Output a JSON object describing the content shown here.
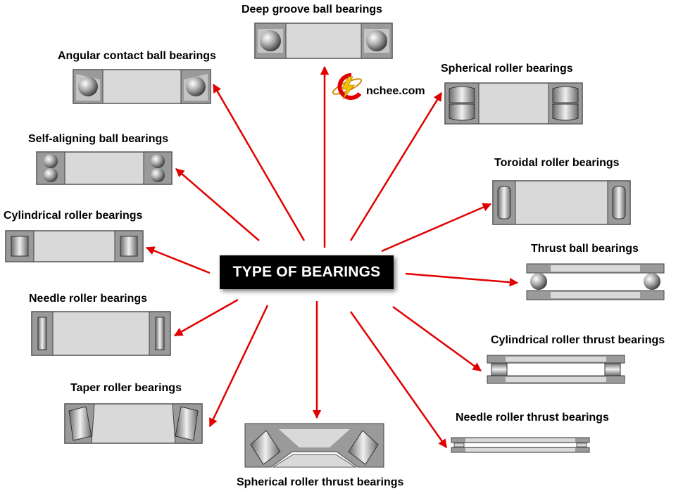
{
  "diagram": {
    "center_label": "TYPE OF BEARINGS",
    "watermark": "nchee.com",
    "bearing_types": [
      "Deep groove ball bearings",
      "Angular contact ball bearings",
      "Spherical roller bearings",
      "Self-aligning ball bearings",
      "Toroidal roller bearings",
      "Cylindrical roller bearings",
      "Thrust ball bearings",
      "Needle roller bearings",
      "Cylindrical roller thrust bearings",
      "Taper roller bearings",
      "Needle roller thrust bearings",
      "Spherical roller thrust bearings"
    ]
  },
  "colors": {
    "arrow": "#e00000",
    "ring": "#8c8c8c",
    "ring_dark": "#3c3c3c",
    "bore": "#d9d9d9",
    "center_bg": "#000000",
    "center_text": "#ffffff"
  }
}
